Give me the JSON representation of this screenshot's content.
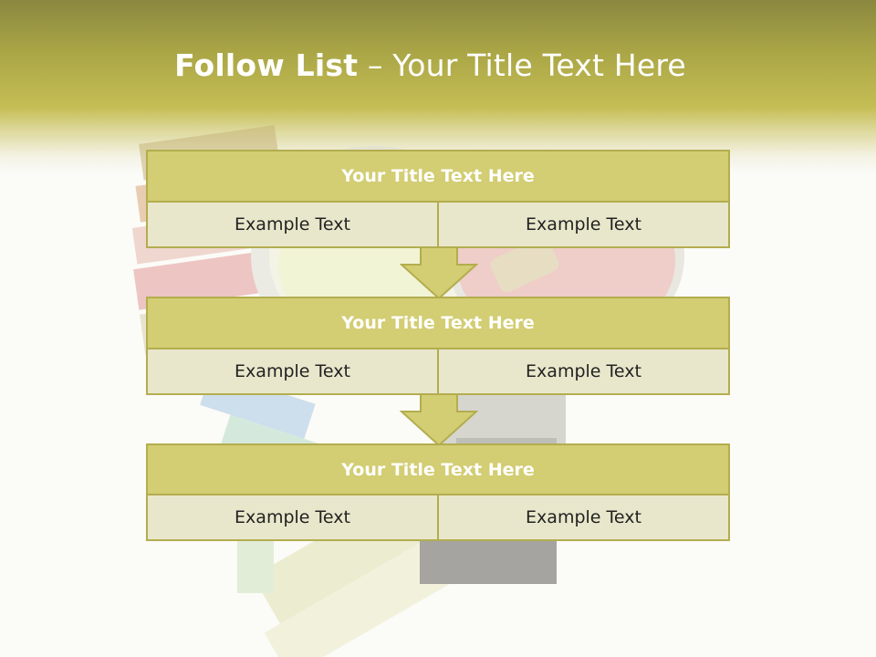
{
  "slide": {
    "title_bold": "Follow List",
    "title_rest": " – Your Title Text Here"
  },
  "steps": [
    {
      "title": "Your Title Text Here",
      "left": "Example Text",
      "right": "Example Text"
    },
    {
      "title": "Your Title Text Here",
      "left": "Example Text",
      "right": "Example Text"
    },
    {
      "title": "Your Title Text Here",
      "left": "Example Text",
      "right": "Example Text"
    }
  ],
  "colors": {
    "accent": "#d3cd73",
    "border": "#b3ad4f",
    "cell_bg": "#e9e7cb"
  }
}
